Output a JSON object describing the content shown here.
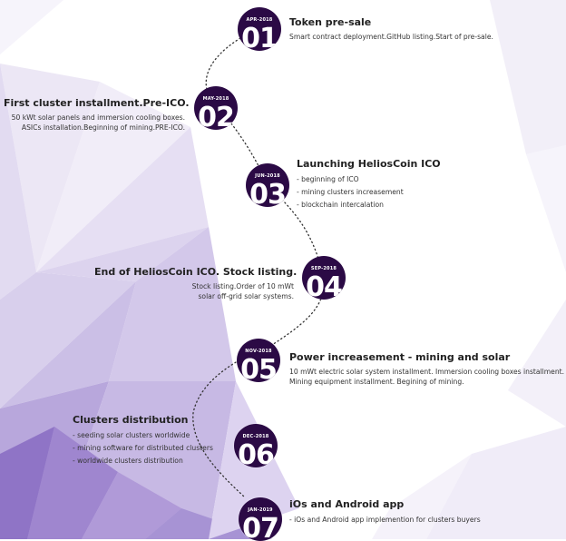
{
  "timeline": [
    {
      "date": "APR-2018",
      "number": "01",
      "title": "Token pre-sale",
      "description": "Smart contract deployment.GitHub listing.Start of pre-sale."
    },
    {
      "date": "MAY-2018",
      "number": "02",
      "title": "First cluster installment.Pre-ICO.",
      "description_lines": [
        "50 kWt solar panels and immersion cooling boxes.",
        "ASICs installation.Beginning of mining.PRE-ICO."
      ]
    },
    {
      "date": "JUN-2018",
      "number": "03",
      "title": "Launching HeliosCoin ICO",
      "bullets": [
        "- beginning of ICO",
        "- mining clusters increasement",
        "- blockchain intercalation"
      ]
    },
    {
      "date": "SEP-2018",
      "number": "04",
      "title": "End of HeliosCoin ICO. Stock listing.",
      "description_lines": [
        "Stock listing.Order of 10 mWt",
        "solar off-grid solar systems."
      ]
    },
    {
      "date": "NOV-2018",
      "number": "05",
      "title": "Power increasement - mining and solar",
      "description_lines": [
        "10 mWt electric solar system installment. Immersion cooling boxes installment.",
        "Mining equipment installment. Begining of mining."
      ]
    },
    {
      "date": "DEC-2018",
      "number": "06",
      "title": "Clusters distribution",
      "bullets": [
        "- seeding solar clusters worldwide",
        "- mining software for distributed clusters",
        "- worldwide clusters distribution"
      ]
    },
    {
      "date": "JAN-2019",
      "number": "07",
      "title": "iOs and Android app",
      "bullets": [
        "- iOs and Android app implemention for clusters buyers"
      ]
    }
  ],
  "colors": {
    "node_fill": "#2b0a45",
    "path_dots": "#333333",
    "background_accent": "#8a6bc6"
  }
}
